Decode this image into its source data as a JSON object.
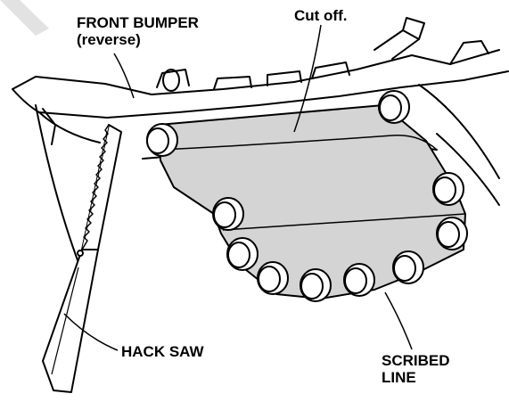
{
  "labels": {
    "front_bumper_line1": "FRONT BUMPER",
    "front_bumper_line2": "(reverse)",
    "cut_off": "Cut off.",
    "hack_saw": "HACK SAW",
    "scribed_line1": "SCRIBED",
    "scribed_line2": "LINE"
  },
  "colors": {
    "line": "#000000",
    "shaded_area": "#d4d4d4",
    "background": "#ffffff",
    "watermark": "#cfcfcf"
  }
}
